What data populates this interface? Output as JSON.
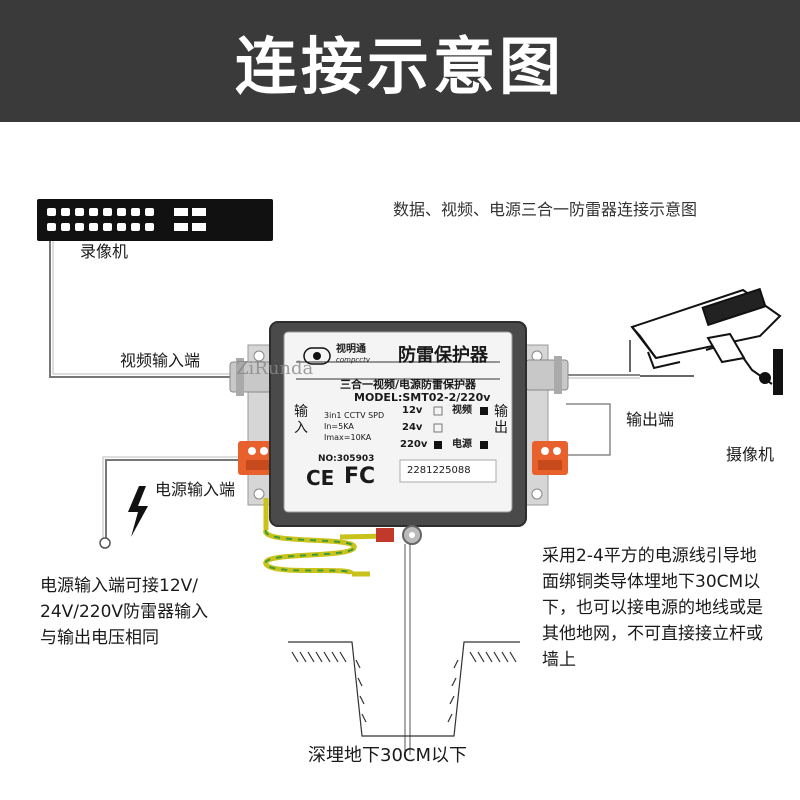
{
  "header": {
    "title": "连接示意图"
  },
  "caption": "数据、视频、电源三合一防雷器连接示意图",
  "labels": {
    "recorder": "录像机",
    "video_in": "视频输入端",
    "power_in": "电源输入端",
    "output": "输出端",
    "camera": "摄像机",
    "ground_depth": "深埋地下30CM以下"
  },
  "notes": {
    "power": [
      "电源输入端可接12V/",
      "24V/220V防雷器输入",
      "与输出电压相同"
    ],
    "ground": [
      "采用2-4平方的电源线引导地",
      "面绑铜类导体埋地下30CM以",
      "下，也可以接电源的地线或是",
      "其他地网，不可直接接立杆或",
      "墙上"
    ]
  },
  "watermark": "ZiRunda",
  "device": {
    "brand": "视明通",
    "brand_en": "compcctv",
    "product": "防雷保护器",
    "subtitle": "三合一视频/电源防雷保护器",
    "model": "MODEL:SMT02-2/220v",
    "left_tag": [
      "输",
      "入"
    ],
    "right_tag": [
      "输",
      "出"
    ],
    "specs": [
      "3in1 CCTV SPD",
      "In=5KA",
      "Imax=10KA"
    ],
    "volts": [
      "12v",
      "24v",
      "220v"
    ],
    "func": [
      "视频",
      "电源"
    ],
    "no": "NO:305903",
    "cert": [
      "CE",
      "FC"
    ],
    "barcode": "2281225088"
  },
  "colors": {
    "banner": "#3a3a3a",
    "device_body": "#4a4a4a",
    "terminal": "#e8612c",
    "ground_wire": "#c9c21a"
  }
}
